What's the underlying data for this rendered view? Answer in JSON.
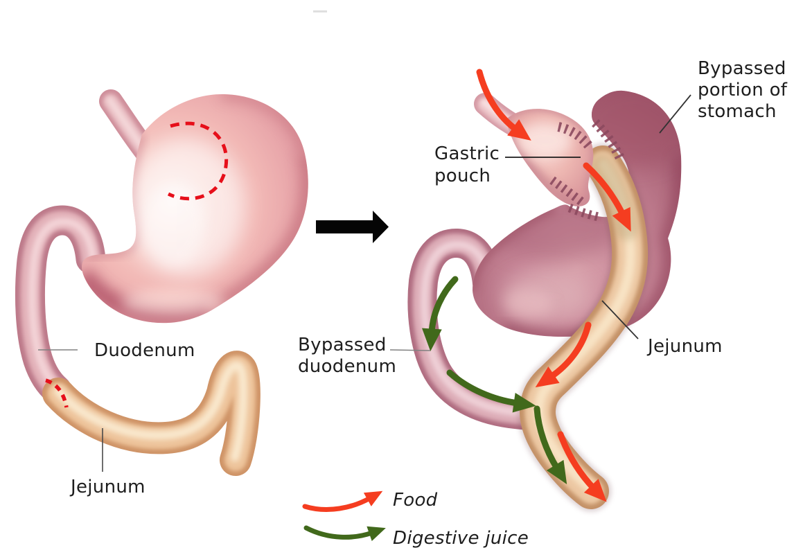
{
  "left_panel": {
    "labels": {
      "duodenum": "Duodenum",
      "jejunum": "Jejunum"
    }
  },
  "right_panel": {
    "labels": {
      "gastric_pouch": [
        "Gastric",
        "pouch"
      ],
      "bypassed_stomach": [
        "Bypassed",
        "portion of",
        "stomach"
      ],
      "bypassed_duodenum": [
        "Bypassed",
        "duodenum"
      ],
      "jejunum": "Jejunum"
    }
  },
  "legend": {
    "food": "Food",
    "digestive_juice": "Digestive juice"
  },
  "colors": {
    "food_arrow": "#f53d20",
    "juice_arrow": "#41691b",
    "text": "#1d1d1d",
    "stomach_pink": "#f3c1bd",
    "bypassed_stomach_mauve": "#c2798a",
    "jejunum_tan": "#eac49f",
    "duodenum_pink": "#d9a2ae",
    "staple_line": "#8c4a5f",
    "cut_line_red": "#e60f1a",
    "transform_arrow": "#050505"
  }
}
